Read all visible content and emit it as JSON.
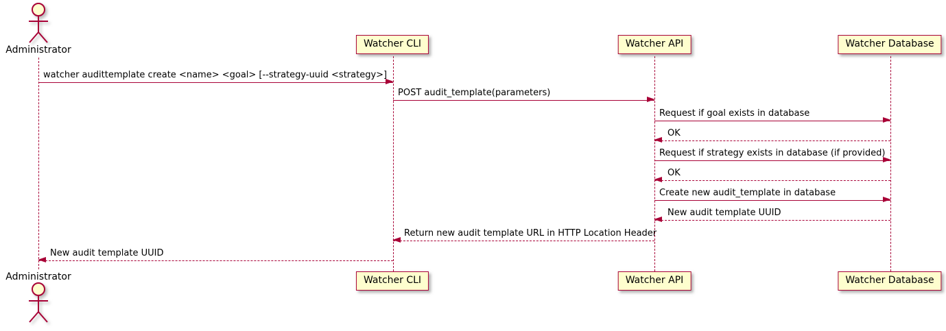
{
  "diagram": {
    "type": "uml-sequence-diagram",
    "accent_color": "#A80036",
    "participant_fill": "#FEFECE",
    "text_color": "#000000"
  },
  "actors": {
    "administrator": "Administrator"
  },
  "participants": {
    "cli": "Watcher CLI",
    "api": "Watcher API",
    "db": "Watcher Database"
  },
  "messages": [
    {
      "from": "Administrator",
      "to": "Watcher CLI",
      "line": "solid",
      "text": "watcher audittemplate create <name> <goal> [--strategy-uuid <strategy>]"
    },
    {
      "from": "Watcher CLI",
      "to": "Watcher API",
      "line": "solid",
      "text": "POST audit_template(parameters)"
    },
    {
      "from": "Watcher API",
      "to": "Watcher Database",
      "line": "solid",
      "text": "Request if goal exists in database"
    },
    {
      "from": "Watcher Database",
      "to": "Watcher API",
      "line": "dashed",
      "text": "OK"
    },
    {
      "from": "Watcher API",
      "to": "Watcher Database",
      "line": "solid",
      "text": "Request if strategy exists in database (if provided)"
    },
    {
      "from": "Watcher Database",
      "to": "Watcher API",
      "line": "dashed",
      "text": "OK"
    },
    {
      "from": "Watcher API",
      "to": "Watcher Database",
      "line": "solid",
      "text": "Create new audit_template in database"
    },
    {
      "from": "Watcher Database",
      "to": "Watcher API",
      "line": "dashed",
      "text": "New audit template UUID"
    },
    {
      "from": "Watcher API",
      "to": "Watcher CLI",
      "line": "dashed",
      "text": "Return new audit template URL in HTTP Location Header"
    },
    {
      "from": "Watcher CLI",
      "to": "Administrator",
      "line": "dashed",
      "text": "New audit template UUID"
    }
  ]
}
